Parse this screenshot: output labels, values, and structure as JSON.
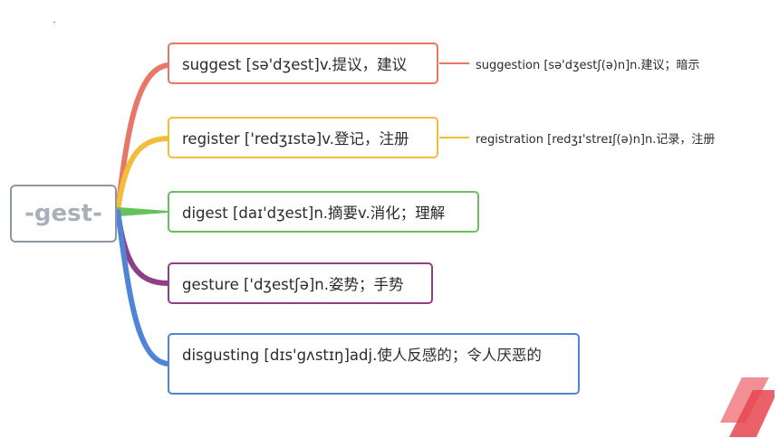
{
  "root": {
    "label": "-gest-"
  },
  "branches": [
    {
      "label": "suggest [sə'dʒest]v.提议，建议",
      "color": "#e8776a",
      "child": "suggestion [sə'dʒestʃ(ə)n]n.建议；暗示"
    },
    {
      "label": "register ['redʒɪstə]v.登记，注册",
      "color": "#f2be3a",
      "child": "registration [redʒɪ'streɪʃ(ə)n]n.记录，注册"
    },
    {
      "label": "digest [daɪ'dʒest]n.摘要v.消化；理解",
      "color": "#67c25c"
    },
    {
      "label": "gesture ['dʒestʃə]n.姿势；手势",
      "color": "#8f3f86"
    },
    {
      "label": "disgusting [dɪs'gʌstɪŋ]adj.使人反感的；令人厌恶的",
      "color": "#4f84d6"
    }
  ],
  "logo": {
    "name": "stripes-logo",
    "color": "#e8454f"
  }
}
